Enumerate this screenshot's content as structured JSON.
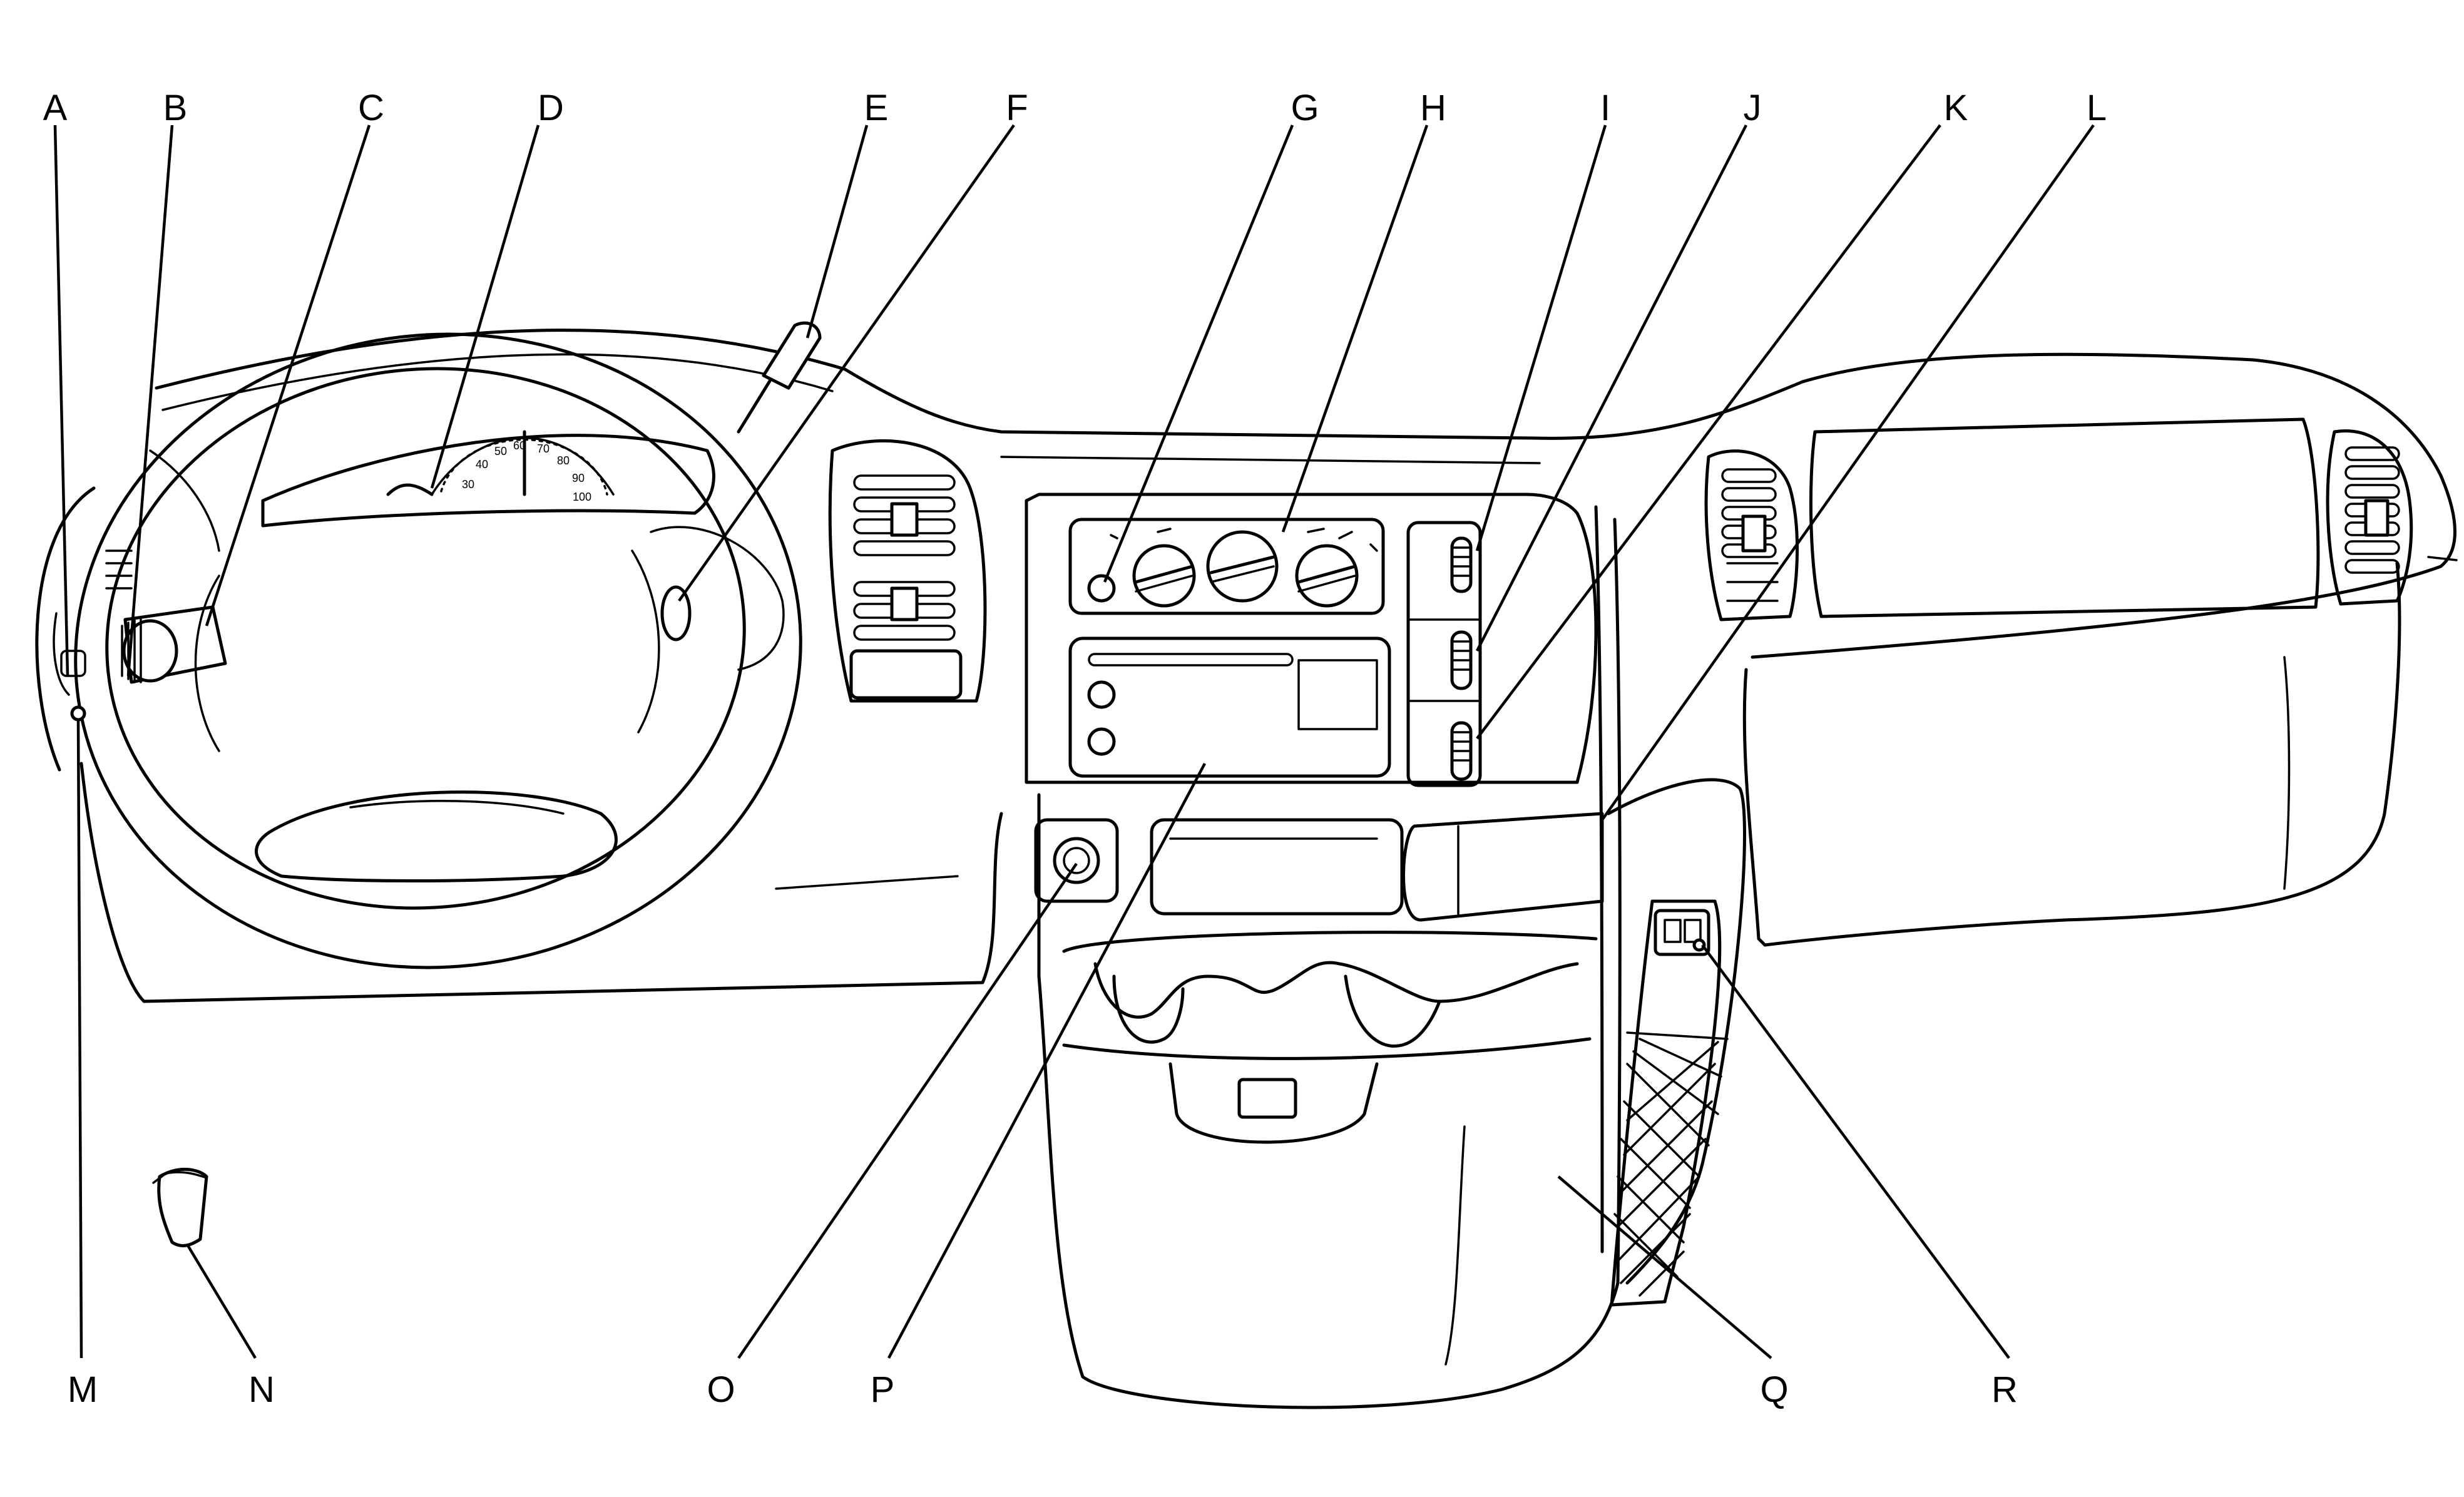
{
  "callouts": [
    {
      "id": "A",
      "text": "A"
    },
    {
      "id": "B",
      "text": "B"
    },
    {
      "id": "C",
      "text": "C"
    },
    {
      "id": "D",
      "text": "D"
    },
    {
      "id": "E",
      "text": "E"
    },
    {
      "id": "F",
      "text": "F"
    },
    {
      "id": "G",
      "text": "G"
    },
    {
      "id": "H",
      "text": "H"
    },
    {
      "id": "I",
      "text": "I"
    },
    {
      "id": "J",
      "text": "J"
    },
    {
      "id": "K",
      "text": "K"
    },
    {
      "id": "L",
      "text": "L"
    },
    {
      "id": "M",
      "text": "M"
    },
    {
      "id": "N",
      "text": "N"
    },
    {
      "id": "O",
      "text": "O"
    },
    {
      "id": "P",
      "text": "P"
    },
    {
      "id": "Q",
      "text": "Q"
    },
    {
      "id": "R",
      "text": "R"
    }
  ],
  "speedometer": {
    "ticks": [
      "30",
      "40",
      "50",
      "60",
      "70",
      "80",
      "90",
      "100"
    ]
  }
}
